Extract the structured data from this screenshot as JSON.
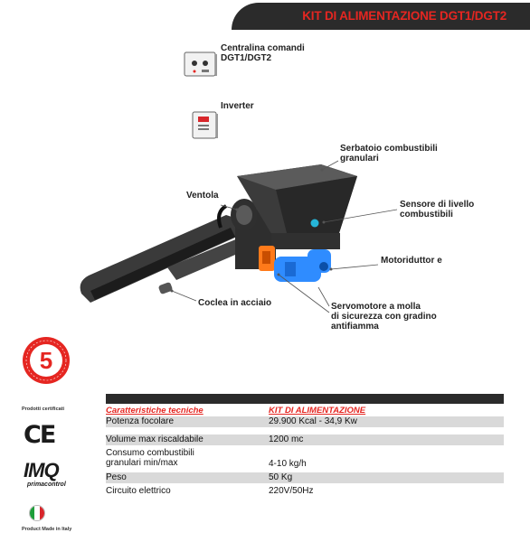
{
  "header": {
    "title": "KIT DI ALIMENTAZIONE DGT1/DGT2"
  },
  "labels": {
    "control_unit": [
      "Centralina comandi",
      "DGT1/DGT2"
    ],
    "inverter": [
      "Inverter"
    ],
    "tank": [
      "Serbatoio combustibili",
      "granulari"
    ],
    "fan": [
      "Ventola"
    ],
    "level_sensor": [
      "Sensore di livello",
      "combustibili"
    ],
    "gearmotor": [
      "Motoriduttor e"
    ],
    "auger": [
      "Coclea in acciaio"
    ],
    "servomotor": [
      "Servomotore a molla",
      "di sicurezza  con gradino",
      "antifiamma"
    ]
  },
  "badges": {
    "number": "5",
    "certified": "Prodotti certificati",
    "ce": "CE",
    "imq": "IMQ",
    "imq_sub": "primacontrol",
    "made_in_italy": "Product Made in Italy"
  },
  "specs": {
    "header_left": "Caratteristiche tecniche",
    "header_right": "KIT DI ALIMENTAZIONE",
    "rows": [
      {
        "label": [
          "Potenza focolare"
        ],
        "value": "29.900 Kcal - 34,9 Kw",
        "shaded": true
      },
      {
        "label": [
          "Volume max riscaldabile"
        ],
        "value": "1200 mc",
        "shaded": true
      },
      {
        "label": [
          "Consumo combustibili",
          "granulari min/max"
        ],
        "value": "4-10 kg/h",
        "shaded": false
      },
      {
        "label": [
          "Peso"
        ],
        "value": "50 Kg",
        "shaded": true
      },
      {
        "label": [
          "Circuito elettrico"
        ],
        "value": "220V/50Hz",
        "shaded": false
      }
    ]
  },
  "colors": {
    "accent_red": "#e52621",
    "header_dark": "#2b2b2b",
    "motor_blue": "#2f8cff",
    "motor_orange": "#ff7a1a",
    "flag_green": "#1e9e3a",
    "flag_red": "#d8262b"
  }
}
